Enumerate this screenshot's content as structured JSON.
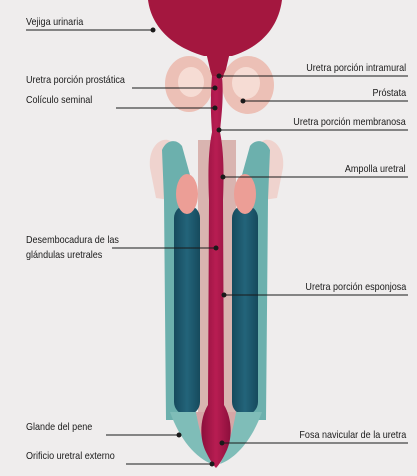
{
  "labels": {
    "bladder": "Vejiga urinaria",
    "prostatic_urethra": "Uretra porción prostática",
    "colliculus": "Colículo seminal",
    "intramural_urethra": "Uretra porción intramural",
    "prostate": "Próstata",
    "membranous_urethra": "Uretra porción membranosa",
    "urethral_ampulla": "Ampolla uretral",
    "glands_line1": "Desembocadura de las",
    "glands_line2": "glándulas uretrales",
    "spongy_urethra": "Uretra porción esponjosa",
    "glans": "Glande del pene",
    "navicular_fossa": "Fosa navicular de la uretra",
    "external_orifice": "Orificio uretral externo"
  },
  "colors": {
    "background": "#efeded",
    "urethra": "#a8154a",
    "bladder": "#a4173f",
    "prostate": "#ecc0b6",
    "corpora_cavernosa": "#1c5569",
    "spongiosum_outer": "#6cb0ad",
    "glans_tissue": "#ec9e96",
    "leader_line": "#1a1a1a"
  }
}
